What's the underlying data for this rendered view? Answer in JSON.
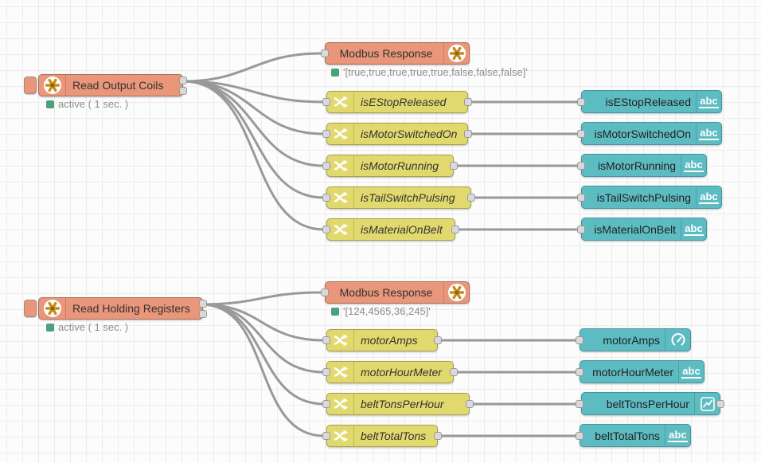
{
  "app": "Node-RED flow editor canvas",
  "colors": {
    "modbus_node": "#E9967A",
    "modbus_border": "#AD6F55",
    "change_node": "#E2D96E",
    "change_border": "#A8A04A",
    "dashboard_node": "#5DBCC2",
    "dashboard_border": "#44969E",
    "status_green": "#4AA17C",
    "wire": "#999999",
    "grid_line": "#ECECEC"
  },
  "icons": {
    "abc": "abc",
    "modbus": "modbus-flower-icon",
    "change": "shuffle-arrows-icon",
    "gauge": "gauge-icon",
    "chart": "line-chart-icon"
  },
  "flow1": {
    "reader": {
      "label": "Read Output Coils",
      "status": "active ( 1 sec. )"
    },
    "response": {
      "label": "Modbus Response",
      "status": "'[true,true,true,true,true,false,false,false]'"
    },
    "changes": [
      {
        "label": "isEStopReleased"
      },
      {
        "label": "isMotorSwitchedOn"
      },
      {
        "label": "isMotorRunning"
      },
      {
        "label": "isTailSwitchPulsing"
      },
      {
        "label": "isMaterialOnBelt"
      }
    ],
    "widgets": [
      {
        "label": "isEStopReleased",
        "icon": "abc"
      },
      {
        "label": "isMotorSwitchedOn",
        "icon": "abc"
      },
      {
        "label": "isMotorRunning",
        "icon": "abc"
      },
      {
        "label": "isTailSwitchPulsing",
        "icon": "abc"
      },
      {
        "label": "isMaterialOnBelt",
        "icon": "abc"
      }
    ]
  },
  "flow2": {
    "reader": {
      "label": "Read Holding Registers",
      "status": "active ( 1 sec. )"
    },
    "response": {
      "label": "Modbus Response",
      "status": "'[124,4565,36,245]'"
    },
    "changes": [
      {
        "label": "motorAmps"
      },
      {
        "label": "motorHourMeter"
      },
      {
        "label": "beltTonsPerHour"
      },
      {
        "label": "beltTotalTons"
      }
    ],
    "widgets": [
      {
        "label": "motorAmps",
        "icon": "gauge"
      },
      {
        "label": "motorHourMeter",
        "icon": "abc"
      },
      {
        "label": "beltTonsPerHour",
        "icon": "chart"
      },
      {
        "label": "beltTotalTons",
        "icon": "abc"
      }
    ]
  }
}
